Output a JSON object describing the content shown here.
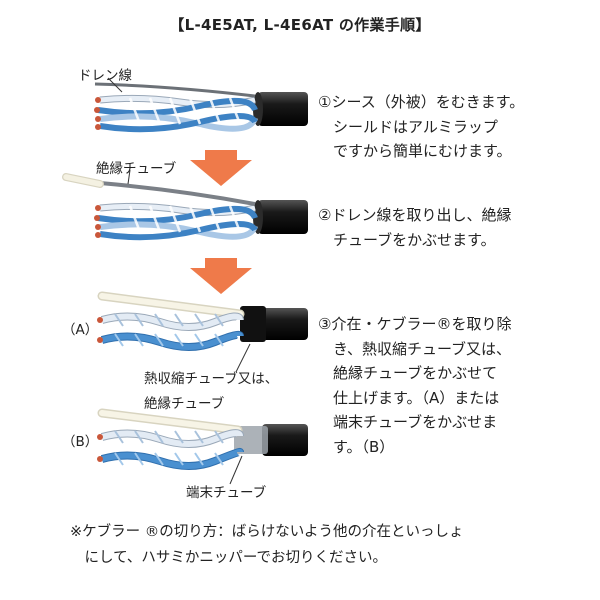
{
  "title": "【L-4E5AT, L-4E6AT の作業手順】",
  "labels": {
    "drain": "ドレン線",
    "insulation_tube": "絶縁チューブ",
    "case_a": "（A）",
    "case_b": "（B）",
    "heat_shrink_line1": "熱収縮チューブ又は、",
    "heat_shrink_line2": "絶縁チューブ",
    "terminal_tube": "端末チューブ"
  },
  "steps": [
    "①シース（外被）をむきます。\n　シールドはアルミラップ\n　ですから簡単にむけます。",
    "②ドレン線を取り出し、絶縁\n　チューブをかぶせます。",
    "③介在・ケブラー®を取り除\n　き、熱収縮チューブ又は、\n　絶縁チューブをかぶせて\n　仕上げます。（A）または\n　端末チューブをかぶせま\n　す。（B）"
  ],
  "note": "※ケブラー ®の切り方：ばらけないよう他の介在といっしょ\n　にして、ハサミかニッパーでお切りください。",
  "colors": {
    "sheath": "#1a1a1a",
    "wire_white": "#dfe8f2",
    "wire_blue": "#3d82c4",
    "wire_red": "#c9573a",
    "arrow": "#ef7a4a",
    "drain": "#8a8f95",
    "tube": "#f4f1e2"
  }
}
